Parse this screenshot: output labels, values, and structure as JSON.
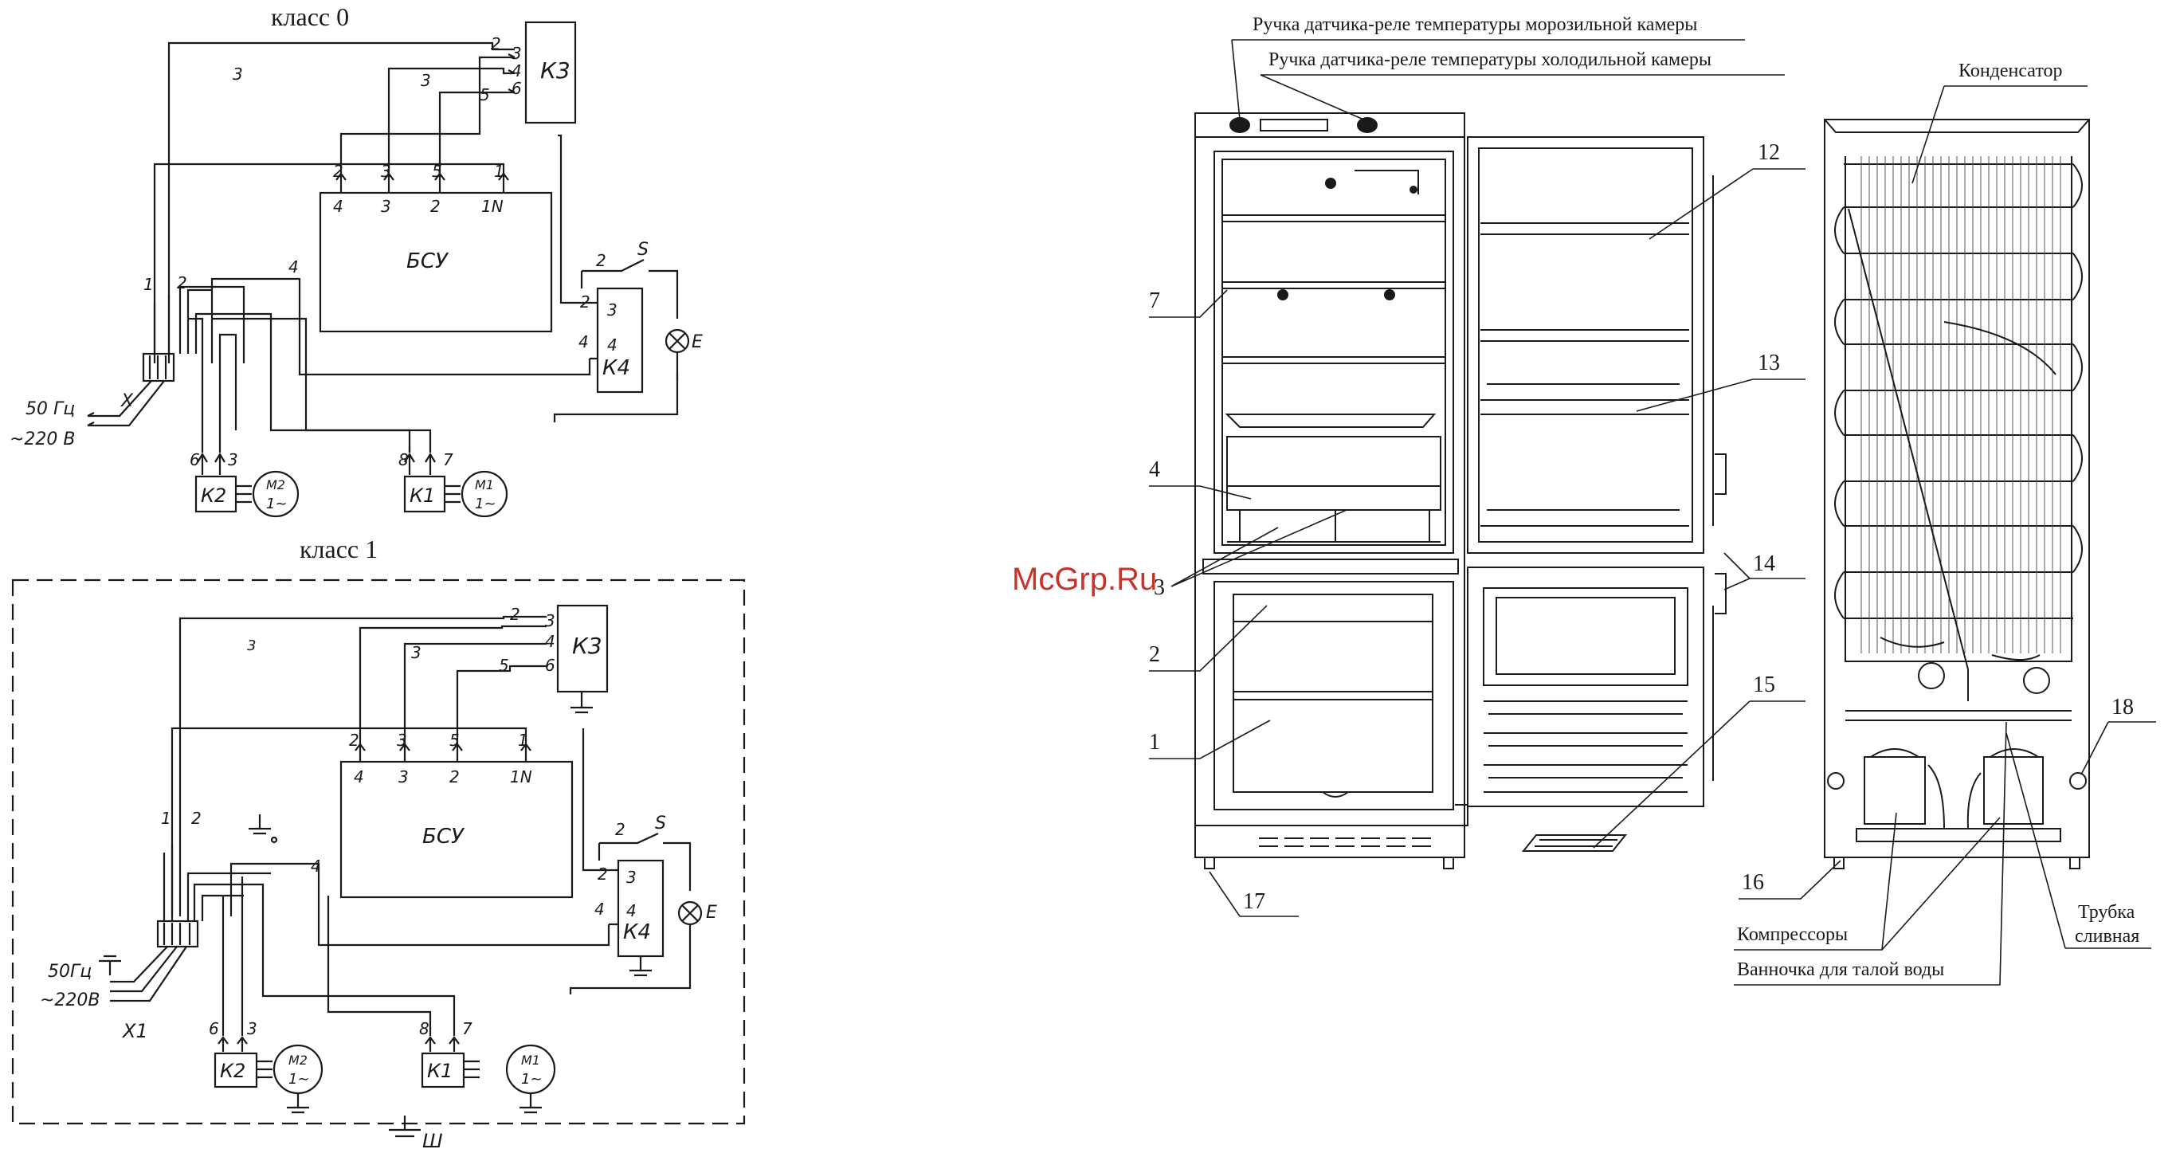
{
  "schematic": {
    "class0_title": "класс 0",
    "class1_title": "класс 1",
    "bsu_label": "БСУ",
    "k3": "К3",
    "k4": "К4",
    "k1": "К1",
    "k2": "К2",
    "m1": "М1",
    "m2": "М2",
    "one_phase": "1~",
    "switch_s": "S",
    "lamp_e": "Е",
    "plug_x": "X",
    "plug_x1": "X1",
    "freq0": "50 Гц",
    "volt0": "~220 В",
    "freq1": "50Гц",
    "volt1": "~220В",
    "ground_sh": "Ш",
    "n1": "1",
    "n2": "2",
    "n3": "3",
    "n4": "4",
    "n5": "5",
    "n6": "6",
    "n7": "7",
    "n8": "8",
    "n1n": "1N"
  },
  "fridge": {
    "thermostat_freezer": "Ручка датчика-реле температуры морозильной камеры",
    "thermostat_fridge": "Ручка датчика-реле температуры холодильной камеры",
    "condenser": "Конденсатор",
    "compressors": "Компрессоры",
    "drain_pan": "Ванночка для талой воды",
    "drain_tube_1": "Трубка",
    "drain_tube_2": "сливная",
    "callouts": {
      "c1": "1",
      "c2": "2",
      "c3": "3",
      "c4": "4",
      "c7": "7",
      "c12": "12",
      "c13": "13",
      "c14": "14",
      "c15": "15",
      "c16": "16",
      "c17": "17",
      "c18": "18"
    }
  },
  "watermark": "McGrp.Ru",
  "colors": {
    "ink": "#1a1a1a",
    "watermark": "#c8322a",
    "background": "#ffffff"
  }
}
